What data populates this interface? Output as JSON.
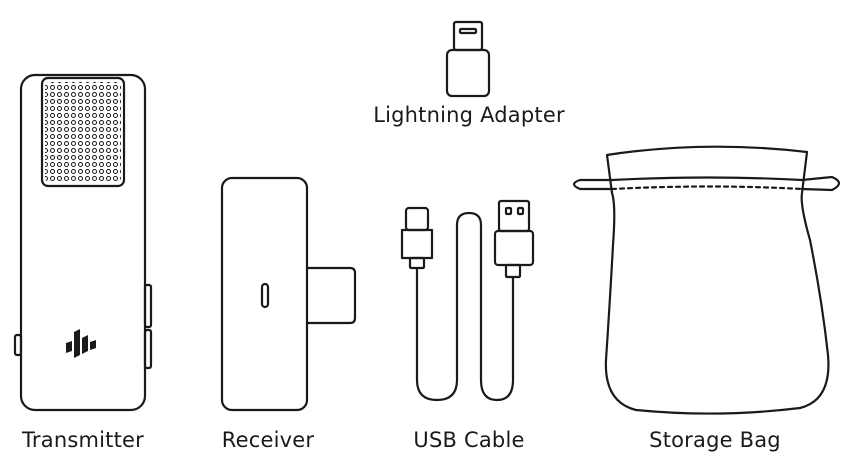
{
  "labels": {
    "transmitter": "Transmitter",
    "receiver": "Receiver",
    "usb_cable": "USB Cable",
    "storage_bag": "Storage Bag",
    "lightning_adapter": "Lightning Adapter"
  },
  "colors": {
    "line": "#1a1a1a",
    "background": "#ffffff"
  }
}
